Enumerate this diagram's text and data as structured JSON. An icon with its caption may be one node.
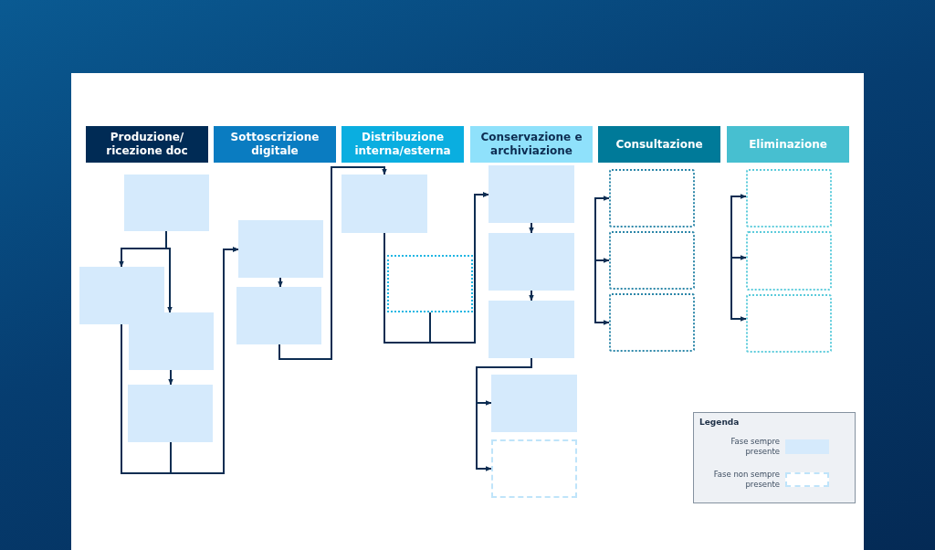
{
  "diagram": {
    "nodes": [
      {
        "text": [
          "Produzione/ ricezione doc"
        ]
      },
      {
        "text": [
          "Sottoscrizione digitale"
        ]
      },
      {
        "text": [
          "Distribuzione interna/esterna"
        ]
      },
      {
        "text": [
          "Conservazione e archiviazione"
        ]
      },
      {
        "text": [
          "Consultazione"
        ]
      },
      {
        "text": [
          "Eliminazione"
        ]
      },
      {
        "text": [],
        "shape": "box"
      },
      {
        "text": [],
        "shape": "box"
      },
      {
        "text": [],
        "shape": "box"
      },
      {
        "text": [],
        "shape": "box"
      },
      {
        "text": [],
        "shape": "box"
      },
      {
        "text": [],
        "shape": "box"
      },
      {
        "text": [],
        "shape": "box"
      },
      {
        "text": [],
        "shape": "box"
      },
      {
        "text": [],
        "shape": "box"
      },
      {
        "text": [],
        "shape": "box"
      },
      {
        "text": [],
        "shape": "box"
      },
      {
        "text": [],
        "shape": "box"
      },
      {
        "text": [],
        "shape": "box"
      },
      {
        "text": [],
        "shape": "box"
      },
      {
        "text": [],
        "shape": "box"
      },
      {
        "text": [],
        "shape": "box"
      },
      {
        "text": [],
        "shape": "box"
      },
      {
        "text": [],
        "shape": "box"
      },
      {
        "text": [],
        "shape": "box"
      }
    ],
    "edges": [
      {
        "from": 6,
        "to": 7,
        "arrow": "to"
      },
      {
        "from": 6,
        "to": 8,
        "arrow": "to"
      },
      {
        "from": 8,
        "to": 9,
        "arrow": "to"
      },
      {
        "from": 7,
        "to": 10,
        "arrow": "to"
      },
      {
        "from": 9,
        "to": 10,
        "arrow": "to"
      },
      {
        "from": 10,
        "to": 11,
        "arrow": "to"
      },
      {
        "from": 11,
        "to": 12,
        "arrow": "to"
      },
      {
        "from": 12,
        "to": 14,
        "arrow": "to"
      },
      {
        "from": 13,
        "to": 14,
        "arrow": "to"
      },
      {
        "from": 14,
        "to": 15,
        "arrow": "to"
      },
      {
        "from": 15,
        "to": 16,
        "arrow": "to"
      },
      {
        "from": 16,
        "to": 17,
        "arrow": "to"
      },
      {
        "from": 16,
        "to": 18,
        "arrow": "to"
      },
      {
        "from": null,
        "to": 19,
        "arrow": "to"
      },
      {
        "from": null,
        "to": 20,
        "arrow": "to"
      },
      {
        "from": null,
        "to": 21,
        "arrow": "to"
      },
      {
        "from": null,
        "to": 22,
        "arrow": "to"
      },
      {
        "from": null,
        "to": 23,
        "arrow": "to"
      },
      {
        "from": null,
        "to": 24,
        "arrow": "to"
      }
    ],
    "labels": [
      "Legenda"
    ],
    "legend": [
      {
        "text": "Fase sempre presente",
        "color": "#d5eafc"
      },
      {
        "text": "Fase non sempre presente"
      }
    ]
  }
}
